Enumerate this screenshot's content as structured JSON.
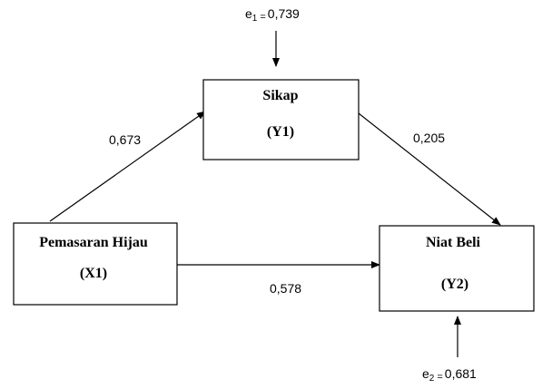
{
  "nodes": {
    "sikap": {
      "name": "Sikap",
      "code": "(Y1)"
    },
    "pemasaran": {
      "name": "Pemasaran Hijau",
      "code": "(X1)"
    },
    "niat": {
      "name": "Niat Beli",
      "code": "(Y2)"
    }
  },
  "paths": {
    "x1_y1": "0,673",
    "y1_y2": "0,205",
    "x1_y2": "0,578"
  },
  "errors": {
    "e1": {
      "symbol": "e",
      "sub": "1",
      "eq": "=",
      "value": "0,739"
    },
    "e2": {
      "symbol": "e",
      "sub": "2",
      "eq": "=",
      "value": "0,681"
    }
  }
}
